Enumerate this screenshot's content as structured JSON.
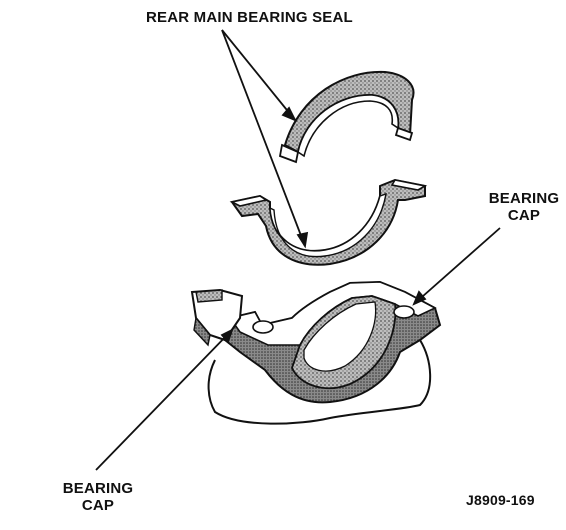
{
  "labels": {
    "seal": "REAR MAIN BEARING SEAL",
    "cap_right_line1": "BEARING",
    "cap_right_line2": "CAP",
    "cap_left_line1": "BEARING",
    "cap_left_line2": "CAP",
    "figure_id": "J8909-169"
  },
  "colors": {
    "ink": "#111111",
    "shade": "#8a8a8a",
    "light": "#ffffff"
  }
}
